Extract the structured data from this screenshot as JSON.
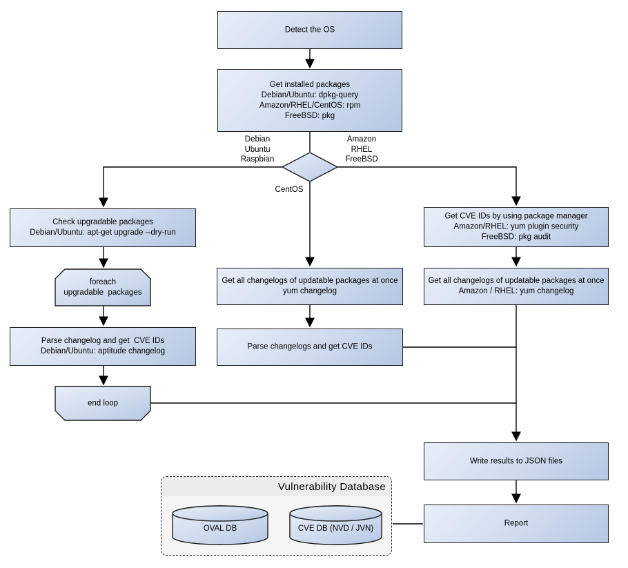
{
  "diagram": {
    "nodes": {
      "detect_os": {
        "label": "Detect the OS"
      },
      "get_installed": {
        "label": "Get installed packages\nDebian/Ubuntu: dpkg-query\nAmazon/RHEL/CentOS: rpm\nFreeBSD: pkg"
      },
      "check_upgradable": {
        "label": "Check upgradable packages\nDebian/Ubuntu: apt-get upgrade --dry-run"
      },
      "foreach_loop": {
        "label": "foreach\nupgradable  packages"
      },
      "parse_changelog_deb": {
        "label": "Parse changelog and get  CVE IDs\nDebian/Ubuntu: aptitude changelog"
      },
      "end_loop": {
        "label": "end loop"
      },
      "get_changelogs_centos": {
        "label": "Get all changelogs of updatable packages at once\nyum changelog"
      },
      "parse_changelogs_centos": {
        "label": "Parse changelogs and get CVE IDs"
      },
      "get_cve_pkgmgr": {
        "label": "Get CVE IDs by using package manager\nAmazon/RHEL: yum plugin security\nFreeBSD: pkg audit"
      },
      "get_changelogs_amazon": {
        "label": "Get all changelogs of updatable packages at once\nAmazon / RHEL: yum changelog"
      },
      "write_results": {
        "label": "Write results to JSON files"
      },
      "report": {
        "label": "Report"
      }
    },
    "branch_labels": {
      "left": "Debian\nUbuntu\nRaspbian",
      "right": "Amazon\nRHEL\nFreeBSD",
      "bottom": "CentOS"
    },
    "db_group": {
      "title": "Vulnerability Database",
      "cylinders": [
        {
          "label": "OVAL DB"
        },
        {
          "label": "CVE DB (NVD / JVN)"
        }
      ]
    },
    "colors": {
      "node_fill_light": "#e9eef8",
      "node_fill_dark": "#b5c7e3",
      "node_border": "#1c1c1c",
      "line": "#000000",
      "db_panel_bg": "#f5f5f5"
    }
  }
}
